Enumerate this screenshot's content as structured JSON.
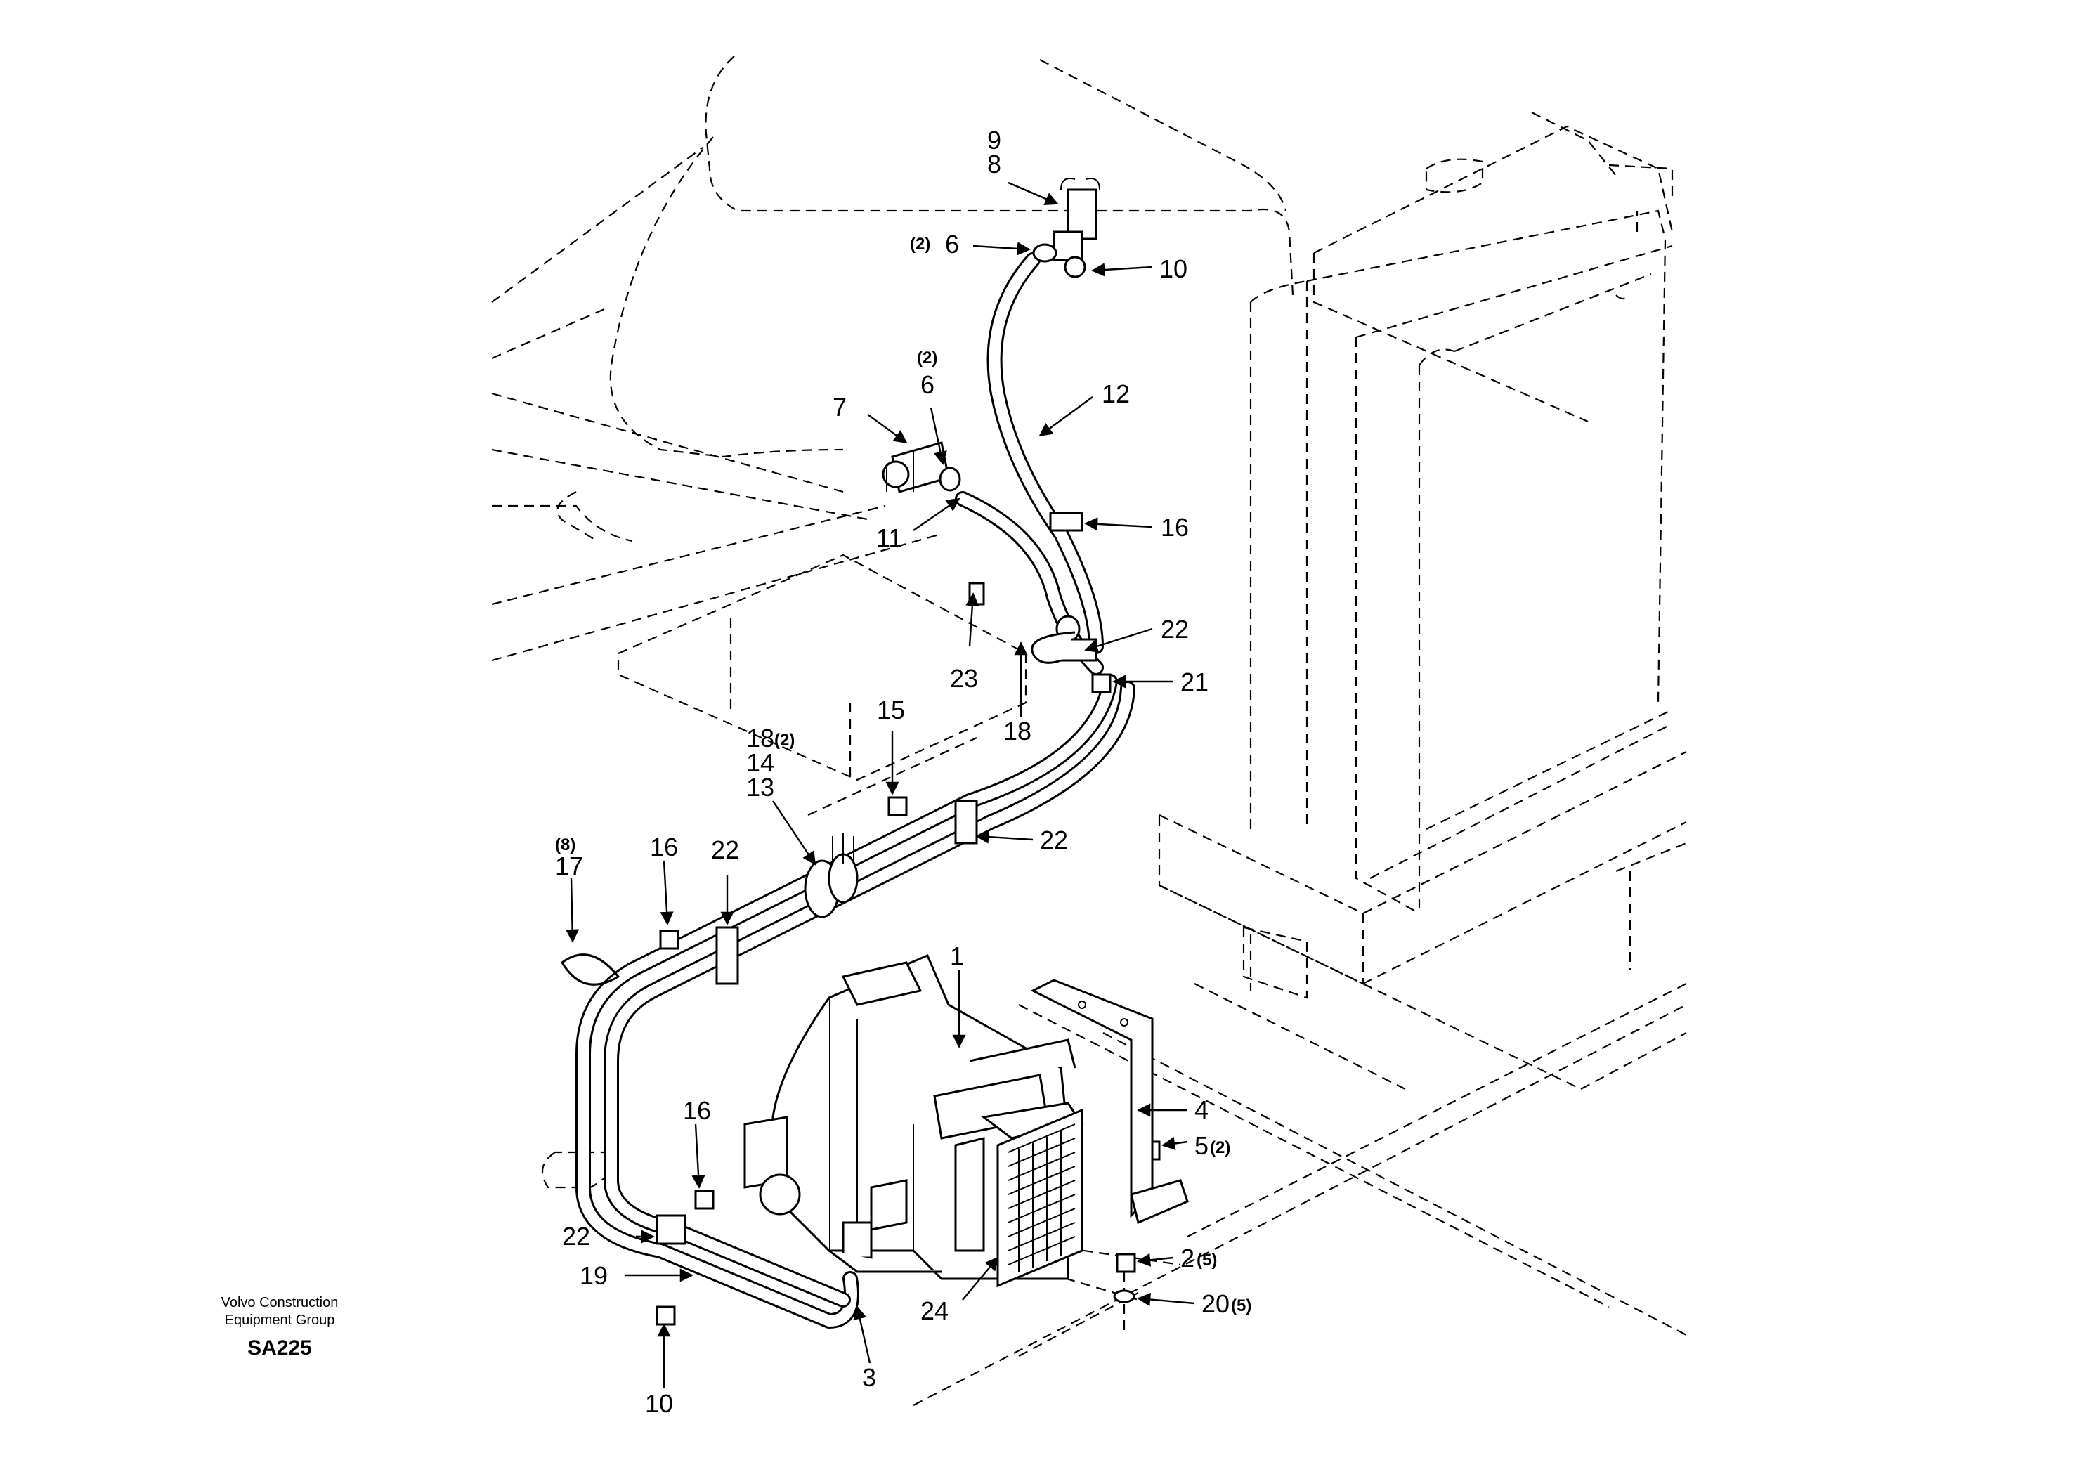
{
  "diagram": {
    "credit_line1": "Volvo Construction",
    "credit_line2": "Equipment Group",
    "figure_code": "SA225",
    "callouts": [
      {
        "id": "c9",
        "num": "9",
        "qty": ""
      },
      {
        "id": "c8",
        "num": "8",
        "qty": ""
      },
      {
        "id": "c6a",
        "num": "6",
        "qty": "(2)"
      },
      {
        "id": "c10a",
        "num": "10",
        "qty": ""
      },
      {
        "id": "c6b",
        "num": "6",
        "qty": "(2)"
      },
      {
        "id": "c7",
        "num": "7",
        "qty": ""
      },
      {
        "id": "c12",
        "num": "12",
        "qty": ""
      },
      {
        "id": "c11",
        "num": "11",
        "qty": ""
      },
      {
        "id": "c16a",
        "num": "16",
        "qty": ""
      },
      {
        "id": "c22a",
        "num": "22",
        "qty": ""
      },
      {
        "id": "c23",
        "num": "23",
        "qty": ""
      },
      {
        "id": "c21",
        "num": "21",
        "qty": ""
      },
      {
        "id": "c18a",
        "num": "18",
        "qty": ""
      },
      {
        "id": "c15",
        "num": "15",
        "qty": ""
      },
      {
        "id": "c18b",
        "num": "18",
        "qty": "(2)"
      },
      {
        "id": "c14",
        "num": "14",
        "qty": ""
      },
      {
        "id": "c13",
        "num": "13",
        "qty": ""
      },
      {
        "id": "c22b",
        "num": "22",
        "qty": ""
      },
      {
        "id": "c17",
        "num": "17",
        "qty": "(8)"
      },
      {
        "id": "c16b",
        "num": "16",
        "qty": ""
      },
      {
        "id": "c22c",
        "num": "22",
        "qty": ""
      },
      {
        "id": "c1",
        "num": "1",
        "qty": ""
      },
      {
        "id": "c4",
        "num": "4",
        "qty": ""
      },
      {
        "id": "c5",
        "num": "5",
        "qty": "(2)"
      },
      {
        "id": "c16c",
        "num": "16",
        "qty": ""
      },
      {
        "id": "c22d",
        "num": "22",
        "qty": ""
      },
      {
        "id": "c19",
        "num": "19",
        "qty": ""
      },
      {
        "id": "c2",
        "num": "2",
        "qty": "(5)"
      },
      {
        "id": "c24",
        "num": "24",
        "qty": ""
      },
      {
        "id": "c20",
        "num": "20",
        "qty": "(5)"
      },
      {
        "id": "c3",
        "num": "3",
        "qty": ""
      },
      {
        "id": "c10b",
        "num": "10",
        "qty": ""
      }
    ]
  }
}
